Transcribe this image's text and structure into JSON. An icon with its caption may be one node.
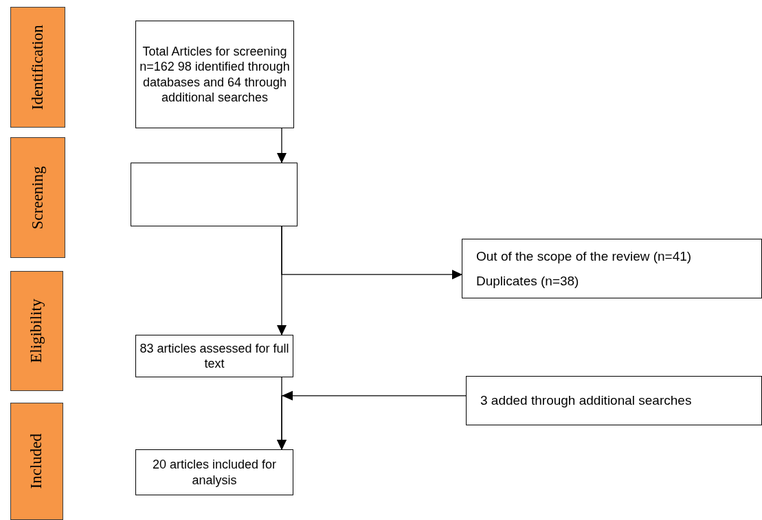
{
  "diagram": {
    "nodes": [
      {
        "text": [
          "Identification"
        ]
      },
      {
        "text": [
          "Total Articles for screening n=162 98 identified through databases and 64 through additional searches"
        ]
      },
      {
        "text": [
          "Screening"
        ]
      },
      {
        "text": [],
        "shape": "box"
      },
      {
        "text": [
          "Out of the scope of the review (n=41)",
          "Duplicates (n=38)"
        ]
      },
      {
        "text": [
          "Eligibility"
        ]
      },
      {
        "text": [
          "83 articles assessed for full text"
        ]
      },
      {
        "text": [
          "3 added through additional searches"
        ]
      },
      {
        "text": [
          "Included"
        ]
      },
      {
        "text": [
          "20 articles included for analysis"
        ]
      }
    ],
    "edges": [
      {
        "from": 1,
        "to": 3,
        "arrow": "to"
      },
      {
        "from": 3,
        "to": 6,
        "arrow": "to"
      },
      {
        "from": 3,
        "to": 4,
        "arrow": "to"
      },
      {
        "from": 6,
        "to": 9,
        "arrow": "to"
      },
      {
        "from": 7,
        "to": 9,
        "arrow": "to"
      }
    ]
  }
}
